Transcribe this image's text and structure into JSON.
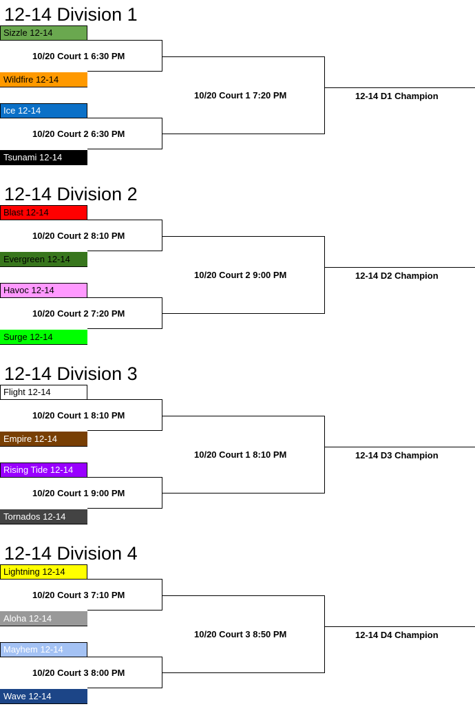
{
  "divisions": [
    {
      "title": "12-14 Division 1",
      "teams": [
        {
          "name": "Sizzle 12-14",
          "bg": "#6aa84f",
          "fg": "#000000"
        },
        {
          "name": "Wildfire 12-14",
          "bg": "#ff9900",
          "fg": "#000000"
        },
        {
          "name": "Ice 12-14",
          "bg": "#0b70c7",
          "fg": "#ffffff"
        },
        {
          "name": "Tsunami 12-14",
          "bg": "#000000",
          "fg": "#ffffff"
        }
      ],
      "games": [
        "10/20 Court 1 6:30 PM",
        "10/20 Court 2 6:30 PM"
      ],
      "final": "10/20 Court 1 7:20 PM",
      "champion": "12-14 D1 Champion"
    },
    {
      "title": "12-14 Division 2",
      "teams": [
        {
          "name": "Blast 12-14",
          "bg": "#ff0000",
          "fg": "#000000"
        },
        {
          "name": "Evergreen 12-14",
          "bg": "#38761d",
          "fg": "#000000"
        },
        {
          "name": "Havoc 12-14",
          "bg": "#ff99ff",
          "fg": "#000000"
        },
        {
          "name": "Surge 12-14",
          "bg": "#00ff00",
          "fg": "#000000"
        }
      ],
      "games": [
        "10/20 Court 2 8:10 PM",
        "10/20 Court 2 7:20 PM"
      ],
      "final": "10/20 Court 2 9:00 PM",
      "champion": "12-14 D2 Champion"
    },
    {
      "title": "12-14 Division 3",
      "teams": [
        {
          "name": "Flight 12-14",
          "bg": "#ffffff",
          "fg": "#000000"
        },
        {
          "name": "Empire 12-14",
          "bg": "#783f04",
          "fg": "#ffffff"
        },
        {
          "name": "Rising Tide 12-14",
          "bg": "#9900ff",
          "fg": "#ffffff"
        },
        {
          "name": "Tornados 12-14",
          "bg": "#434343",
          "fg": "#ffffff"
        }
      ],
      "games": [
        "10/20 Court 1 8:10 PM",
        "10/20 Court 1 9:00 PM"
      ],
      "final": "10/20 Court 1 8:10 PM",
      "champion": "12-14 D3 Champion"
    },
    {
      "title": "12-14 Division 4",
      "teams": [
        {
          "name": "Lightning 12-14",
          "bg": "#ffff00",
          "fg": "#000000"
        },
        {
          "name": "Aloha 12-14",
          "bg": "#999999",
          "fg": "#ffffff"
        },
        {
          "name": "Mayhem 12-14",
          "bg": "#a4c2f4",
          "fg": "#ffffff"
        },
        {
          "name": "Wave 12-14",
          "bg": "#1c4587",
          "fg": "#ffffff"
        }
      ],
      "games": [
        "10/20 Court 3 7:10 PM",
        "10/20 Court 3 8:00 PM"
      ],
      "final": "10/20 Court 3 8:50 PM",
      "champion": "12-14 D4 Champion"
    }
  ]
}
